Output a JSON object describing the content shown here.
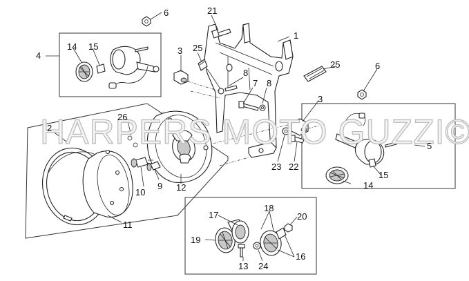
{
  "watermark": "HARPERS MOTO GUZZI©",
  "callouts": [
    {
      "id": "c1",
      "text": "1"
    },
    {
      "id": "c2",
      "text": "2"
    },
    {
      "id": "c3a",
      "text": "3"
    },
    {
      "id": "c3b",
      "text": "3"
    },
    {
      "id": "c4",
      "text": "4"
    },
    {
      "id": "c5",
      "text": "5"
    },
    {
      "id": "c6a",
      "text": "6"
    },
    {
      "id": "c6b",
      "text": "6"
    },
    {
      "id": "c7",
      "text": "7"
    },
    {
      "id": "c8a",
      "text": "8"
    },
    {
      "id": "c8b",
      "text": "8"
    },
    {
      "id": "c9",
      "text": "9"
    },
    {
      "id": "c10",
      "text": "10"
    },
    {
      "id": "c11",
      "text": "11"
    },
    {
      "id": "c12",
      "text": "12"
    },
    {
      "id": "c13",
      "text": "13"
    },
    {
      "id": "c14a",
      "text": "14"
    },
    {
      "id": "c14b",
      "text": "14"
    },
    {
      "id": "c15a",
      "text": "15"
    },
    {
      "id": "c15b",
      "text": "15"
    },
    {
      "id": "c16",
      "text": "16"
    },
    {
      "id": "c17",
      "text": "17"
    },
    {
      "id": "c18",
      "text": "18"
    },
    {
      "id": "c19",
      "text": "19"
    },
    {
      "id": "c20",
      "text": "20"
    },
    {
      "id": "c21",
      "text": "21"
    },
    {
      "id": "c22",
      "text": "22"
    },
    {
      "id": "c23",
      "text": "23"
    },
    {
      "id": "c24",
      "text": "24"
    },
    {
      "id": "c25a",
      "text": "25"
    },
    {
      "id": "c25b",
      "text": "25"
    },
    {
      "id": "c26",
      "text": "26"
    }
  ]
}
